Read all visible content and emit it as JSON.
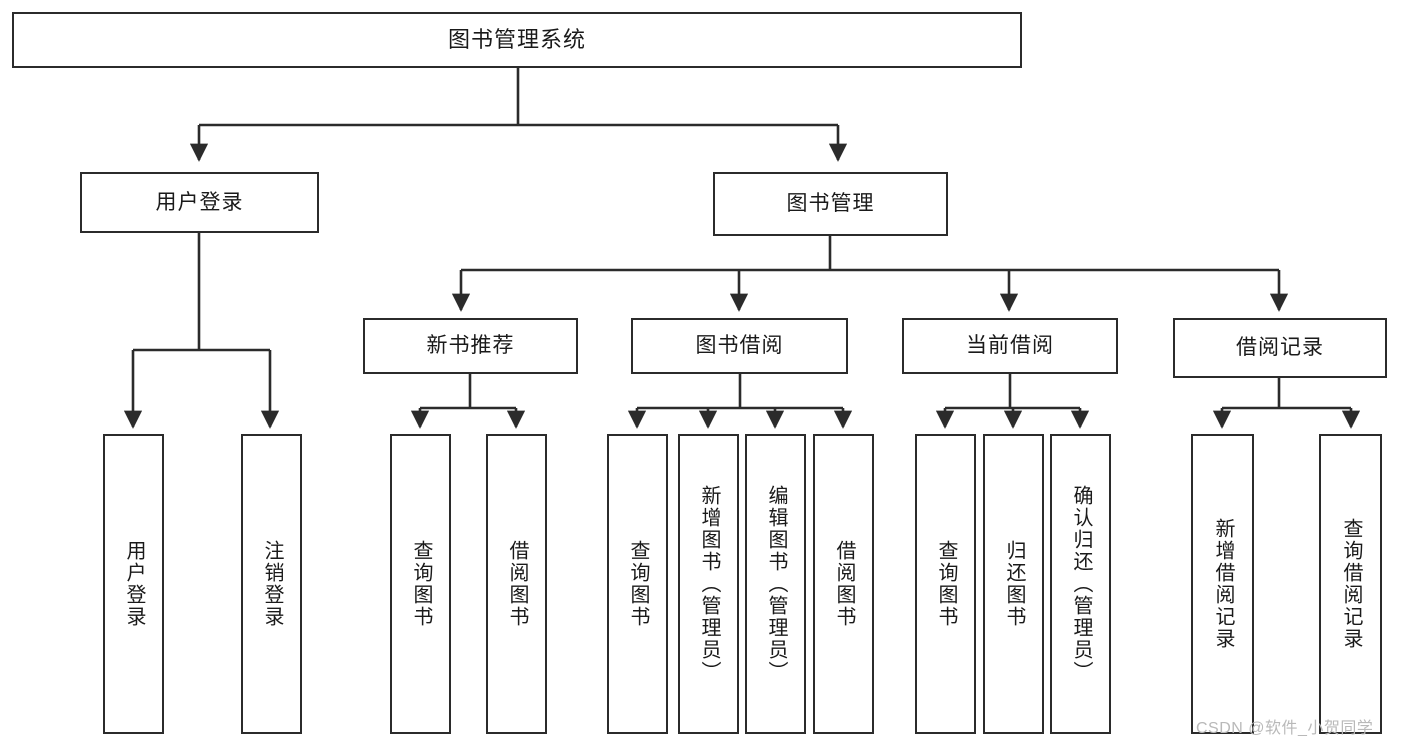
{
  "diagram": {
    "type": "tree",
    "title": "图书管理系统",
    "orientation": "top-down",
    "colors": {
      "box_border": "#2b2b2b",
      "box_fill": "#ffffff",
      "edge": "#2b2b2b",
      "text": "#1a1a1a",
      "watermark": "#b9b9b9",
      "background": "#ffffff"
    }
  },
  "watermark": {
    "text": "CSDN @软件_小贺同学"
  },
  "nodes": {
    "root": {
      "label": "图书管理系统"
    },
    "level2": [
      {
        "id": "user-login",
        "label": "用户登录"
      },
      {
        "id": "book-manage",
        "label": "图书管理"
      }
    ],
    "level3": [
      {
        "id": "new-book-rec",
        "label": "新书推荐"
      },
      {
        "id": "book-borrow",
        "label": "图书借阅"
      },
      {
        "id": "current-borrow",
        "label": "当前借阅"
      },
      {
        "id": "borrow-record",
        "label": "借阅记录"
      }
    ],
    "leaves": {
      "user_login": [
        {
          "id": "leaf-user-login",
          "label": "用户登录"
        },
        {
          "id": "leaf-logout-login",
          "label": "注销登录"
        }
      ],
      "new_book_rec": [
        {
          "id": "leaf-query-book-1",
          "label": "查询图书"
        },
        {
          "id": "leaf-borrow-book-1",
          "label": "借阅图书"
        }
      ],
      "book_borrow": [
        {
          "id": "leaf-query-book-2",
          "label": "查询图书"
        },
        {
          "id": "leaf-add-book",
          "label": "新增图书（管理员）"
        },
        {
          "id": "leaf-edit-book",
          "label": "编辑图书（管理员）"
        },
        {
          "id": "leaf-borrow-book-2",
          "label": "借阅图书"
        }
      ],
      "current_borrow": [
        {
          "id": "leaf-query-book-3",
          "label": "查询图书"
        },
        {
          "id": "leaf-return-book",
          "label": "归还图书"
        },
        {
          "id": "leaf-confirm-return",
          "label": "确认归还（管理员）"
        }
      ],
      "borrow_record": [
        {
          "id": "leaf-add-record",
          "label": "新增借阅记录"
        },
        {
          "id": "leaf-query-record",
          "label": "查询借阅记录"
        }
      ]
    }
  }
}
